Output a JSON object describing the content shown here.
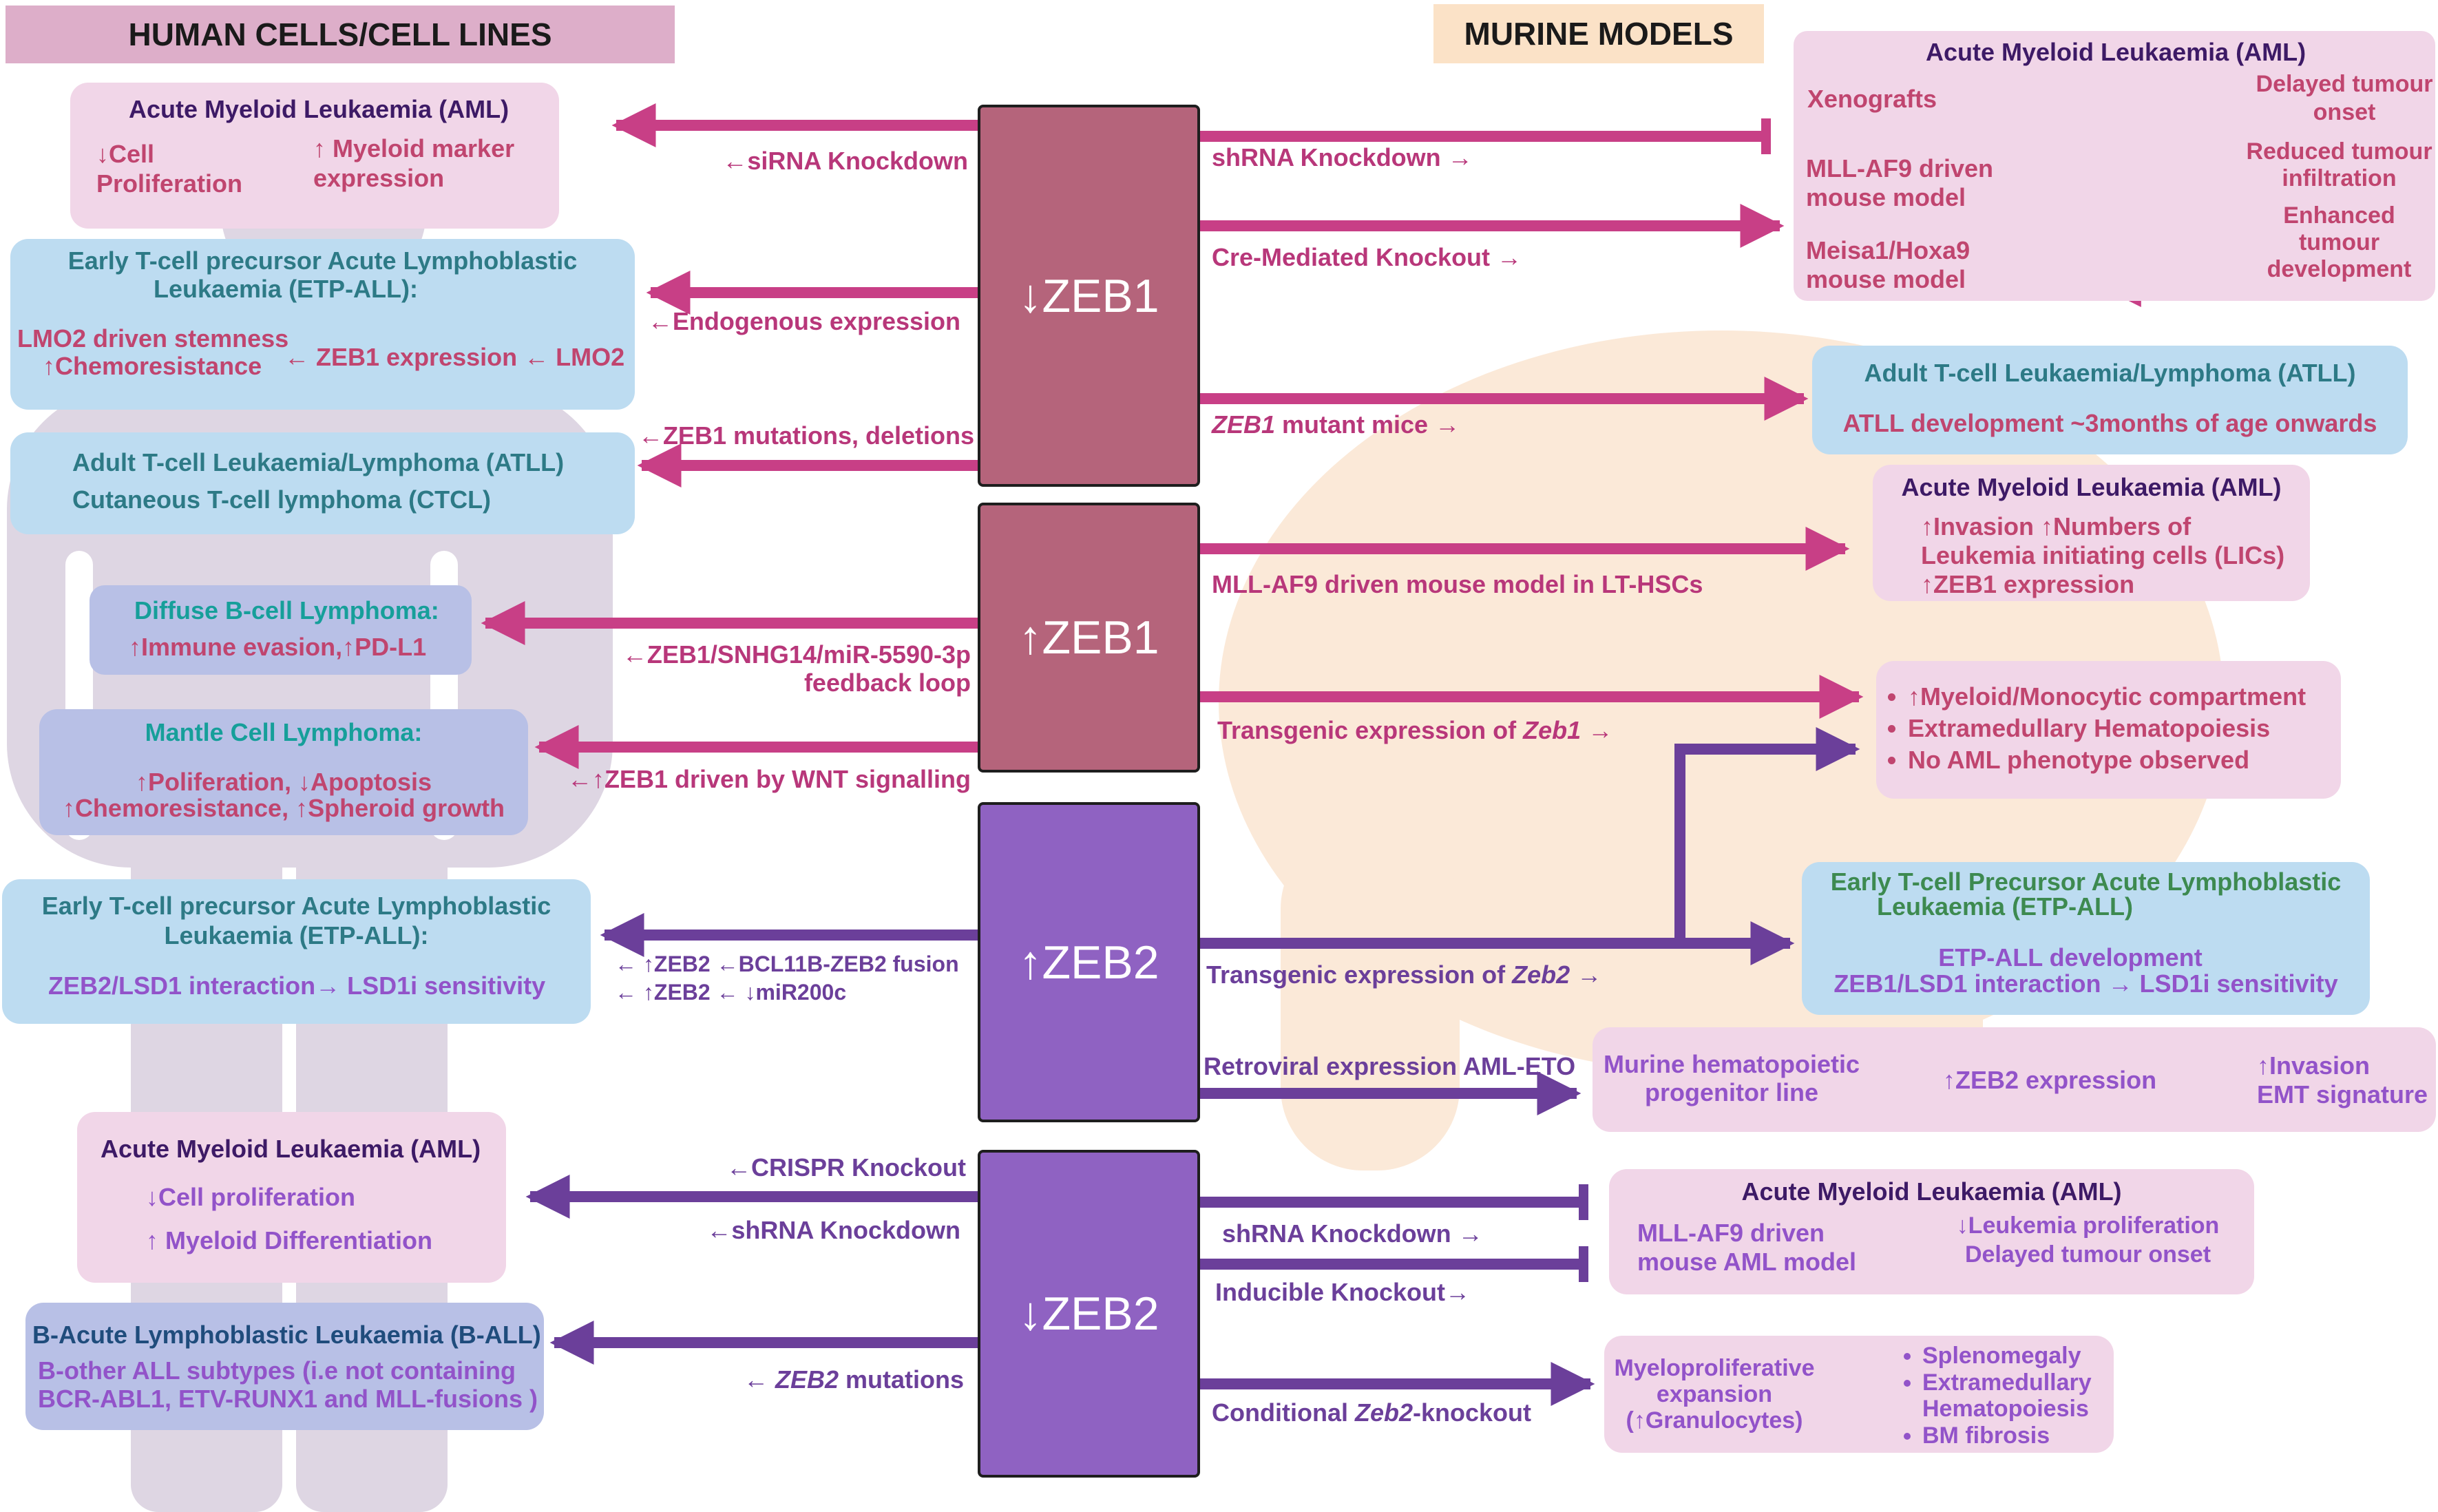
{
  "headers": {
    "left": "HUMAN CELLS/CELL LINES",
    "right": "MURINE MODELS"
  },
  "colors": {
    "zeb1": "#b5647b",
    "zeb2": "#8f62c2",
    "arrow_zeb1": "#c83f86",
    "arrow_zeb2": "#6b3f9a"
  },
  "zeb_blocks": {
    "down_zeb1": "↓ZEB1",
    "up_zeb1": "↑ZEB1",
    "up_zeb2": "↑ZEB2",
    "down_zeb2": "↓ZEB2"
  },
  "human": {
    "aml1": {
      "title": "Acute Myeloid Leukaemia (AML)",
      "left": [
        "↓Cell",
        "Proliferation"
      ],
      "right": [
        "↑ Myeloid  marker",
        "expression"
      ]
    },
    "etp1": {
      "title": [
        "Early T-cell precursor Acute Lymphoblastic",
        "Leukaemia (ETP-ALL):"
      ],
      "left": [
        "LMO2 driven stemness",
        "↑Chemoresistance"
      ],
      "right": "← ZEB1 expression ←  LMO2"
    },
    "atll": {
      "lines": [
        "Adult T-cell Leukaemia/Lymphoma (ATLL)",
        "Cutaneous T-cell lymphoma (CTCL)"
      ]
    },
    "dlbcl": {
      "title": "Diffuse B-cell Lymphoma:",
      "body": "↑Immune evasion,↑PD-L1"
    },
    "mcl": {
      "title": "Mantle Cell Lymphoma:",
      "body": [
        "↑Poliferation, ↓Apoptosis",
        "↑Chemoresistance, ↑Spheroid growth"
      ]
    },
    "etp2": {
      "title": [
        "Early T-cell precursor Acute Lymphoblastic",
        "Leukaemia (ETP-ALL):"
      ],
      "body": "ZEB2/LSD1 interaction→  LSD1i sensitivity"
    },
    "aml2": {
      "title": "Acute Myeloid Leukaemia (AML)",
      "body": [
        "↓Cell proliferation",
        "↑ Myeloid Differentiation"
      ]
    },
    "ball": {
      "title": "B-Acute Lymphoblastic Leukaemia (B-ALL)",
      "body": [
        "B-other ALL subtypes (i.e not containing",
        "BCR-ABL1, ETV-RUNX1 and MLL-fusions )"
      ]
    }
  },
  "left_labels": {
    "sirna": "←siRNA Knockdown",
    "endogenous": "←Endogenous expression",
    "mutations": "←ZEB1 mutations, deletions",
    "snhg14": [
      "←ZEB1/SNHG14/miR-5590-3p",
      "feedback loop"
    ],
    "wnt": "←↑ZEB1 driven by WNT signalling",
    "bcl11b": [
      "← ↑ZEB2 ←BCL11B-ZEB2 fusion",
      "← ↑ZEB2 ← ↓miR200c"
    ],
    "crispr": "←CRISPR Knockout",
    "shrna2": "←shRNA Knockdown",
    "zeb2mut_arrow": "← ",
    "zeb2mut_gene": "ZEB2",
    "zeb2mut_rest": " mutations"
  },
  "right_labels": {
    "shrna1": "shRNA Knockdown →",
    "cre": "Cre-Mediated Knockout →",
    "mutant_gene": "ZEB1",
    "mutant_rest": " mutant mice →",
    "mllaf9": "MLL-AF9 driven mouse model in LT-HSCs",
    "transgenic1_pre": "Transgenic expression of ",
    "transgenic1_gene": "Zeb1",
    "transgenic1_post": " →",
    "transgenic2_pre": "Transgenic expression of ",
    "transgenic2_gene": "Zeb2",
    "transgenic2_post": " →",
    "retroviral": "Retroviral expression AML-ETO",
    "shrna3": "shRNA Knockdown →",
    "inducible": "Inducible Knockout→",
    "conditional_pre": "Conditional ",
    "conditional_gene": "Zeb2",
    "conditional_post": "-knockout"
  },
  "murine": {
    "aml_top": {
      "title": "Acute Myeloid Leukaemia (AML)",
      "xenografts": "Xenografts",
      "delayed": [
        "Delayed tumour",
        "onset"
      ],
      "mllaf9": [
        "MLL-AF9 driven",
        "mouse model"
      ],
      "reduced": [
        "Reduced tumour",
        "infiltration"
      ],
      "meisa": [
        "Meisa1/Hoxa9",
        "mouse model"
      ],
      "enhanced": [
        "Enhanced",
        "tumour",
        "development"
      ]
    },
    "atll": {
      "title": "Adult T-cell Leukaemia/Lymphoma (ATLL)",
      "body": "ATLL development  ~3months of age onwards"
    },
    "aml_lics": {
      "title": "Acute Myeloid Leukaemia (AML)",
      "body": [
        "↑Invasion ↑Numbers of",
        "Leukemia initiating cells (LICs)",
        "↑ZEB1 expression"
      ]
    },
    "myeloid": {
      "items": [
        "↑Myeloid/Monocytic compartment",
        "Extramedullary Hematopoiesis",
        "No AML phenotype observed"
      ]
    },
    "etp": {
      "title": [
        "Early T-cell Precursor Acute Lymphoblastic",
        "Leukaemia (ETP-ALL)"
      ],
      "body": [
        "ETP-ALL development",
        "ZEB1/LSD1 interaction → LSD1i sensitivity"
      ]
    },
    "hpc": {
      "a": [
        "Murine hematopoietic",
        "progenitor line"
      ],
      "b": "↑ZEB2 expression",
      "c": [
        "↑Invasion",
        "EMT signature"
      ]
    },
    "aml_bottom": {
      "title": "Acute Myeloid Leukaemia (AML)",
      "model": [
        "MLL-AF9 driven",
        "mouse AML model"
      ],
      "outcome": [
        "↓Leukemia proliferation",
        "Delayed tumour onset"
      ]
    },
    "mpe": {
      "a": [
        "Myeloproliferative",
        "expansion",
        "(↑Granulocytes)"
      ],
      "items": [
        "Splenomegaly",
        "Extramedullary",
        "Hematopoiesis",
        "BM fibrosis"
      ]
    }
  }
}
